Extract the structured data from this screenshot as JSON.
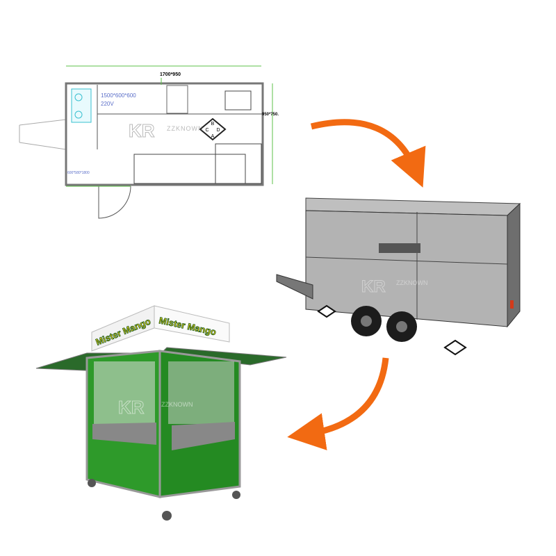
{
  "floor_plan": {
    "dimension_top": "1700*950",
    "sink_table": "1500*600*600",
    "voltage": "220V",
    "window_right": "950*750.",
    "fridge": "600*580*1800",
    "burner_labels": [
      "B",
      "C",
      "D",
      "A"
    ]
  },
  "watermark": {
    "logo": "KR",
    "brand": "ZZKNOWN"
  },
  "kiosk": {
    "sign_text": "Mister Mango"
  },
  "colors": {
    "arrow": "#f26a12",
    "kiosk_green": "#2e9a2a",
    "dimension_green": "#5cc24a",
    "sign_yellow": "#f2d21c"
  }
}
